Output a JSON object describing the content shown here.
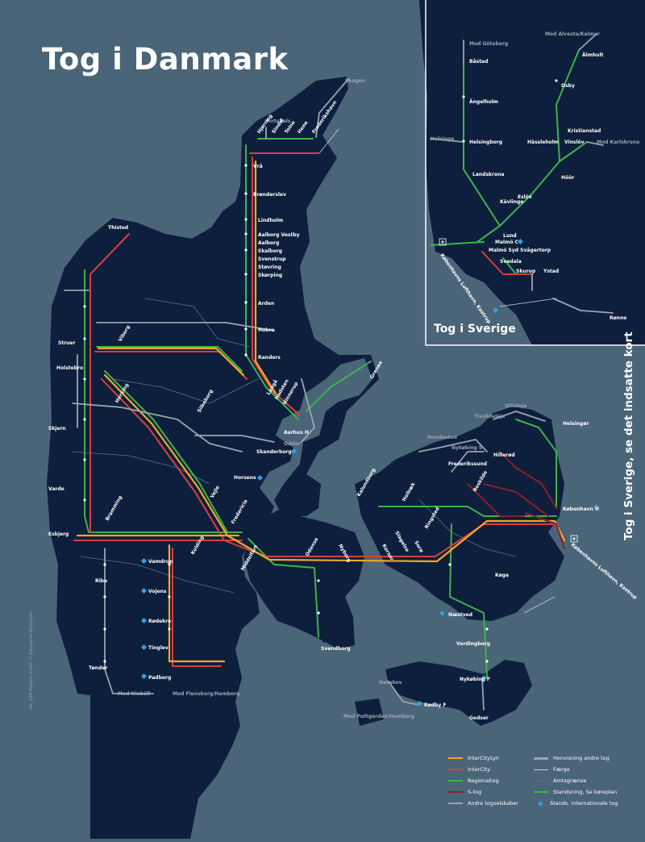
{
  "title": "Tog i Danmark",
  "inset_title": "Tog i Sverige",
  "side_title": "Tog i Sverige, se det indsatte kort",
  "credits": "Ver. 1/05 Posters   Grafik: © Danmarks Kortcenter",
  "colors": {
    "sea": "#4a6478",
    "land": "#0d1f3c",
    "intercitylyn": "#f2a72c",
    "intercity": "#d64040",
    "regionaltog": "#3eb34b",
    "stog": "#8c1e2a",
    "other": "#9aa5b1",
    "station_dot": "#2f9fe8"
  },
  "legend": {
    "intercitylyn": "InterCityLyn",
    "intercity": "InterCity",
    "regionaltog": "Regionaltog",
    "stog": "S-tog",
    "andre": "Andre togselskaber",
    "henvisning": "Henvisning  andre tog",
    "faerge": "Færge",
    "amtsgranse": "Amtsgrænse",
    "standsning": "Standsning, Se køreplan",
    "internationale": "Stands. internationale tog"
  },
  "stations": {
    "skagen": "Skagen",
    "hirtshals": "Hirtshals",
    "hjorring": "Hjørring",
    "sindal": "Sindal",
    "tolne": "Tolne",
    "hene": "Hene",
    "frederikshavn": "Frederikshavn",
    "vra": "Vrå",
    "bronderslev": "Brønderslev",
    "lindholm": "Lindholm",
    "aalborg_vestby": "Aalborg Vestby",
    "aalborg": "Aalborg",
    "skalborg": "Skalborg",
    "svenstrup": "Svenstrup",
    "storving": "Støvring",
    "skorping": "Skørping",
    "arden": "Arden",
    "hobro": "Hobro",
    "randers": "Randers",
    "langa": "Langå",
    "hadsten": "Hadsten",
    "hinnerup": "Hinnerup",
    "aarhus": "Aarhus H",
    "odder": "Odder",
    "grenaa": "Grenaa",
    "skanderborg": "Skanderborg",
    "horsens": "Horsens",
    "vejle": "Vejle",
    "fredericia": "Fredericia",
    "kolding": "Kolding",
    "vamdrup": "Vamdrup",
    "vojens": "Vojens",
    "rodekro": "Rødekro",
    "tinglev": "Tinglev",
    "padborg": "Padborg",
    "mod_flensborg": "Mod Flensborg/Hamborg",
    "mod_niebull": "Mod Niebüll",
    "thisted": "Thisted",
    "struer": "Struer",
    "holstebro": "Holstebro",
    "herning": "Herning",
    "skjern": "Skjern",
    "varde": "Varde",
    "esbjerg": "Esbjerg",
    "bramming": "Bramming",
    "ribe": "Ribe",
    "tonder": "Tønder",
    "viborg": "Viborg",
    "silkeborg": "Silkeborg",
    "middelfart": "Middelfart",
    "odense": "Odense",
    "svendborg": "Svendborg",
    "nyborg": "Nyborg",
    "korsor": "Korsør",
    "slagelse": "Slagelse",
    "soro": "Sorø",
    "ringsted": "Ringsted",
    "roskilde": "Roskilde",
    "kalundborg": "Kalundborg",
    "holbaek": "Holbæk",
    "hundested": "Hundested",
    "nykobing_s": "Nykøbing S",
    "frederikssund": "Frederikssund",
    "hillerod": "Hillerød",
    "gilleleje": "Gilleleje",
    "tisvildeleje": "Tisvildeleje",
    "helsingor": "Helsingør",
    "koge": "Køge",
    "naestved": "Næstved",
    "vordingborg": "Vordingborg",
    "nykobing_f": "Nykøbing F",
    "rodby_f": "Rødby F",
    "mod_puttgarden": "Mod Puttgarden/Hamborg",
    "gedser": "Gedser",
    "nakskov": "Nakskov",
    "kobenhavn": "København H",
    "lufthavn": "Københavns Lufthavn, Kastrup",
    "bastad": "Båstad",
    "angelholm": "Ängelholm",
    "helsingborg": "Helsingborg",
    "landskrona": "Landskrona",
    "kavlinge": "Kävlinge",
    "lund": "Lund",
    "malmo": "Malmö C",
    "malmo_syd": "Malmö Syd Svågertorp",
    "svedala": "Svedala",
    "skurup": "Skurup",
    "ystad": "Ystad",
    "eslov": "Eslöv",
    "hoor": "Höör",
    "hassleholm": "Hässleholm",
    "osby": "Osby",
    "almhult": "Älmhult",
    "kristianstad": "Kristianstad",
    "vinslov": "Vinslöv",
    "mod_goteborg": "Mod Göteborg",
    "mod_alvesta": "Mod Alvesta/Kalmar",
    "mod_karlskrona": "Mod Karlskrona",
    "ronne": "Rønne",
    "helsinge": "Helsinge",
    "kobenhavns_lufthavn_kastrup": "Københavns Lufthavn, Kastrup"
  }
}
